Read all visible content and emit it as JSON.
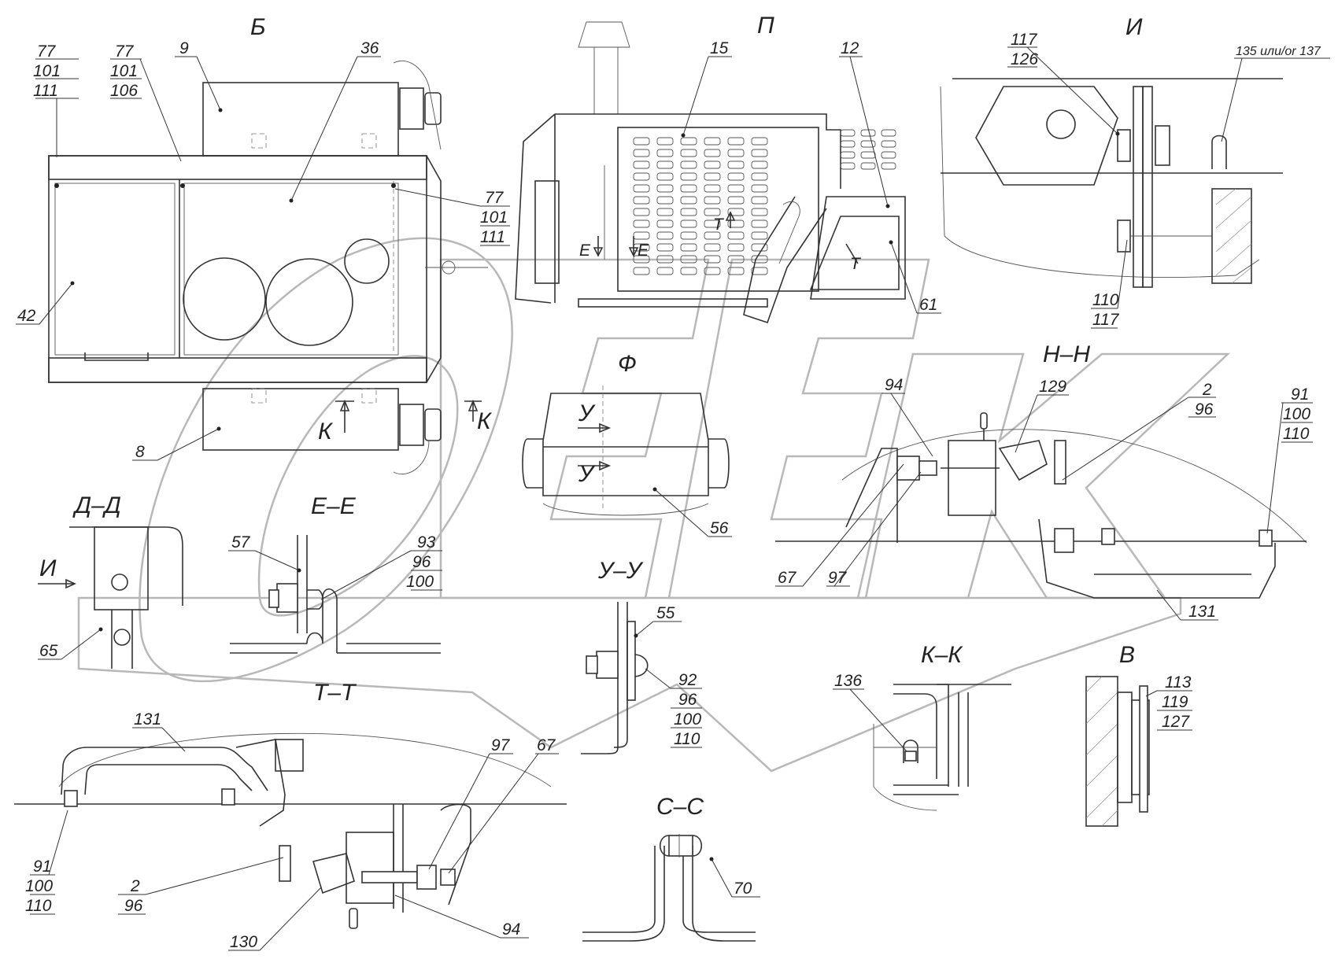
{
  "views": {
    "B": {
      "title": "Б"
    },
    "P": {
      "title": "П"
    },
    "I": {
      "title": "И"
    },
    "F": {
      "title": "Ф"
    },
    "HH": {
      "title": "Н–Н"
    },
    "DD": {
      "title": "Д–Д"
    },
    "EE": {
      "title": "Е–Е"
    },
    "UU": {
      "title": "У–У"
    },
    "TT": {
      "title": "Т–Т"
    },
    "KK": {
      "title": "К–К"
    },
    "V": {
      "title": "В"
    },
    "CC": {
      "title": "С–С"
    }
  },
  "section_marks": {
    "K": "К",
    "E": "Е",
    "T": "Т",
    "U": "У",
    "I": "И"
  },
  "callouts": {
    "b_tl": [
      "77",
      "101",
      "111"
    ],
    "b_tm": [
      "77",
      "101",
      "106"
    ],
    "b_9": "9",
    "b_36": "36",
    "b_r": [
      "77",
      "101",
      "111"
    ],
    "b_42": "42",
    "b_8": "8",
    "p_15": "15",
    "p_12": "12",
    "p_61": "61",
    "i_top": [
      "117",
      "126"
    ],
    "i_135": "135 или/or 137",
    "i_bot": [
      "110",
      "117"
    ],
    "h_94": "94",
    "h_129": "129",
    "h_296": [
      "2",
      "96"
    ],
    "h_91": [
      "91",
      "100",
      "110"
    ],
    "h_67": "67",
    "h_97": "97",
    "h_131": "131",
    "f_56": "56",
    "d_65": "65",
    "e_57": "57",
    "e_93": [
      "93",
      "96",
      "100"
    ],
    "u_55": "55",
    "u_92": [
      "92",
      "96",
      "100",
      "110"
    ],
    "k_136": "136",
    "v_113": [
      "113",
      "119",
      "127"
    ],
    "t_131": "131",
    "t_97": "97",
    "t_67": "67",
    "t_91": [
      "91",
      "100",
      "110"
    ],
    "t_296": [
      "2",
      "96"
    ],
    "t_130": "130",
    "t_94": "94",
    "c_70": "70"
  },
  "icons": {
    "watermark": "orek-watermark-logo"
  }
}
